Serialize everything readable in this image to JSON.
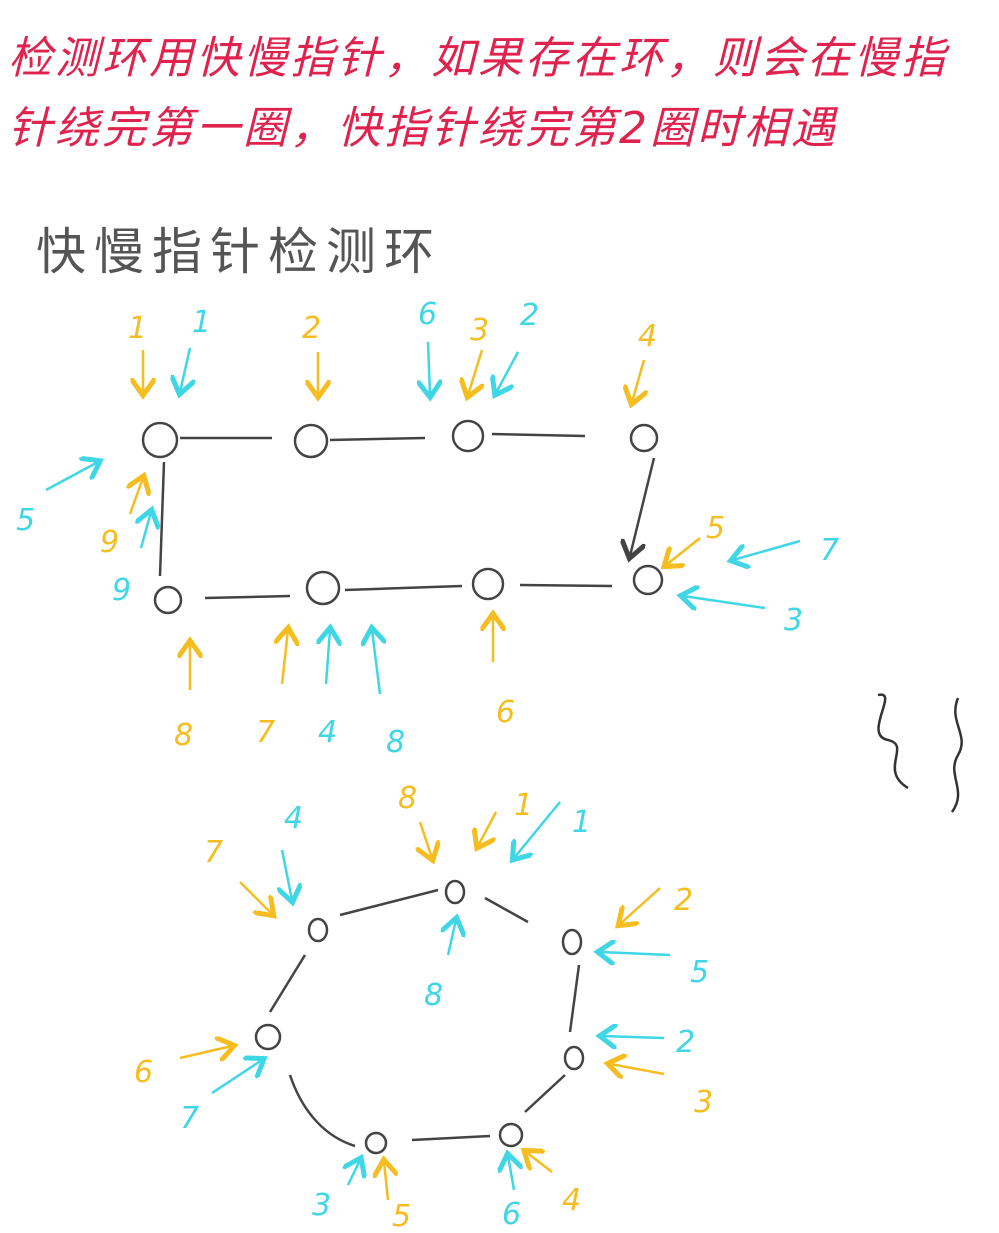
{
  "header": {
    "line1": "检测环用快慢指针，如果存在环，则会在慢指",
    "line2": "针绕完第一圈，快指针绕完第2圈时相遇",
    "color": "#e0234e"
  },
  "subtitle": "快慢指针检测环",
  "colors": {
    "slow": "#f5bd1f",
    "fast": "#3fd6e6",
    "stroke": "#444444"
  },
  "legend": {
    "slow_pointer_color": "yellow",
    "fast_pointer_color": "cyan"
  },
  "top_diagram": {
    "labels": [
      {
        "text": "1",
        "color": "slow"
      },
      {
        "text": "1",
        "color": "fast"
      },
      {
        "text": "2",
        "color": "slow"
      },
      {
        "text": "6",
        "color": "fast"
      },
      {
        "text": "3",
        "color": "slow"
      },
      {
        "text": "2",
        "color": "fast"
      },
      {
        "text": "4",
        "color": "slow"
      },
      {
        "text": "5",
        "color": "fast"
      },
      {
        "text": "9",
        "color": "slow"
      },
      {
        "text": "9",
        "color": "fast"
      },
      {
        "text": "5",
        "color": "slow"
      },
      {
        "text": "7",
        "color": "fast"
      },
      {
        "text": "3",
        "color": "fast"
      },
      {
        "text": "8",
        "color": "slow"
      },
      {
        "text": "7",
        "color": "slow"
      },
      {
        "text": "4",
        "color": "fast"
      },
      {
        "text": "8",
        "color": "fast"
      },
      {
        "text": "6",
        "color": "slow"
      }
    ]
  },
  "bottom_diagram": {
    "labels": [
      {
        "text": "8",
        "color": "slow"
      },
      {
        "text": "1",
        "color": "slow"
      },
      {
        "text": "1",
        "color": "fast"
      },
      {
        "text": "7",
        "color": "slow"
      },
      {
        "text": "4",
        "color": "fast"
      },
      {
        "text": "2",
        "color": "slow"
      },
      {
        "text": "5",
        "color": "fast"
      },
      {
        "text": "8",
        "color": "fast"
      },
      {
        "text": "6",
        "color": "slow"
      },
      {
        "text": "7",
        "color": "fast"
      },
      {
        "text": "2",
        "color": "fast"
      },
      {
        "text": "3",
        "color": "slow"
      },
      {
        "text": "3",
        "color": "fast"
      },
      {
        "text": "5",
        "color": "slow"
      },
      {
        "text": "6",
        "color": "fast"
      },
      {
        "text": "4",
        "color": "slow"
      }
    ]
  }
}
